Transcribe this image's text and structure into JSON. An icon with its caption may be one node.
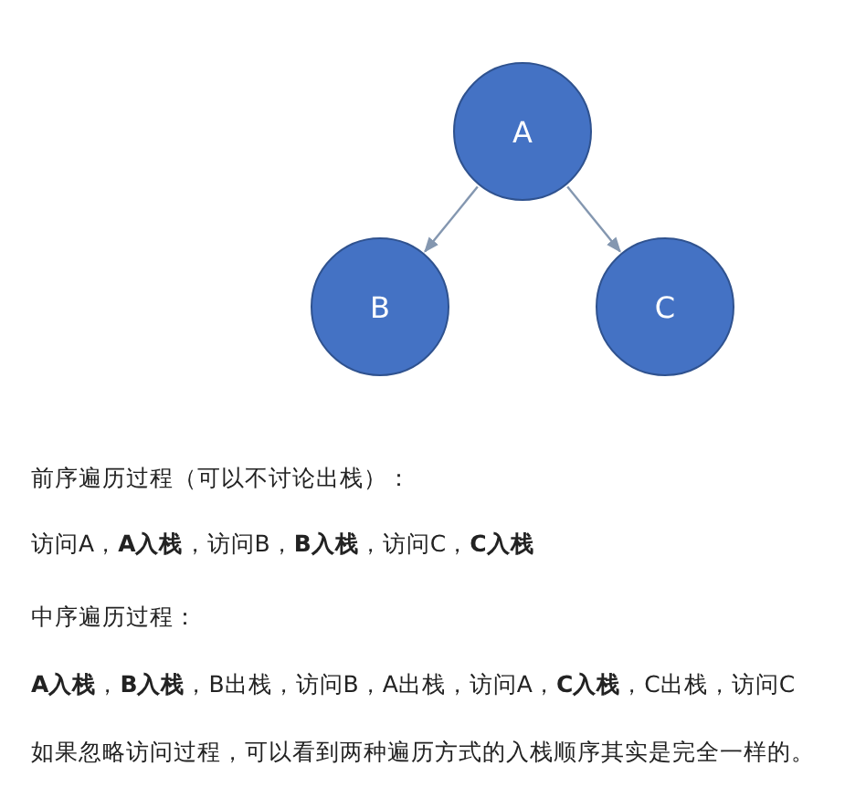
{
  "diagram": {
    "nodes": [
      {
        "text": [
          "A"
        ]
      },
      {
        "text": [
          "B"
        ]
      },
      {
        "text": [
          "C"
        ]
      }
    ],
    "edges": [
      {
        "from": 0,
        "to": 1,
        "arrow": "to"
      },
      {
        "from": 0,
        "to": 2,
        "arrow": "to"
      }
    ],
    "labels": [
      "前序遍历过程（可以不讨论出栈）：",
      "访问A，**A入栈**，访问B，**B入栈**，访问C，**C入栈**",
      "中序遍历过程：",
      "**A入栈**，**B入栈**，B出栈，访问B，A出栈，访问A，**C入栈**，C出栈，访问C",
      "如果忽略访问过程，可以看到两种遍历方式的入栈顺序其实是完全一样的。"
    ]
  }
}
